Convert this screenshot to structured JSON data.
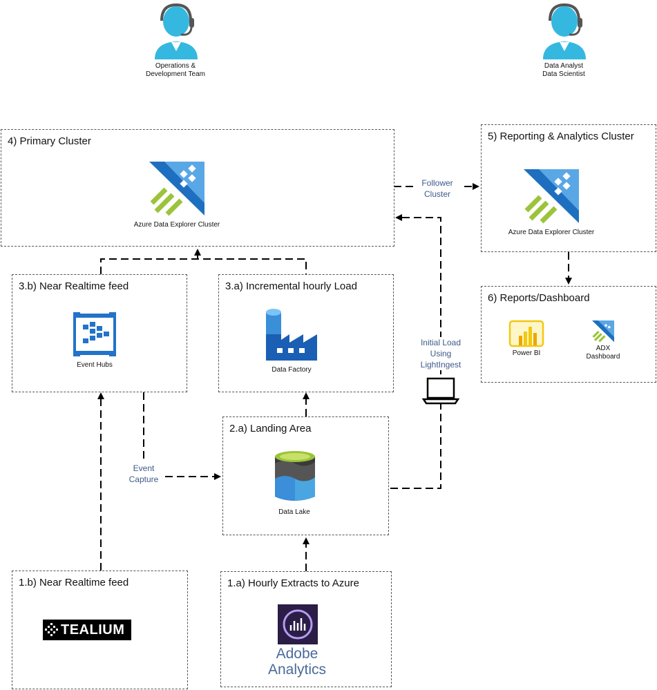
{
  "personas": {
    "ops": {
      "line1": "Operations &",
      "line2": "Development Team"
    },
    "analyst": {
      "line1": "Data Analyst",
      "line2": "Data Scientist"
    }
  },
  "boxes": {
    "primary": {
      "title": "4) Primary Cluster",
      "icon_label": "Azure Data Explorer Cluster"
    },
    "reporting": {
      "title": "5) Reporting & Analytics Cluster",
      "icon_label": "Azure Data Explorer Cluster"
    },
    "reports": {
      "title": "6) Reports/Dashboard",
      "powerbi_label": "Power BI",
      "adx_line1": "ADX",
      "adx_line2": "Dashboard"
    },
    "near_realtime_3b": {
      "title": "3.b) Near Realtime feed",
      "icon_label": "Event Hubs"
    },
    "incremental": {
      "title": "3.a) Incremental hourly Load",
      "icon_label": "Data Factory"
    },
    "landing": {
      "title": "2.a) Landing Area",
      "icon_label": "Data Lake"
    },
    "near_realtime_1b": {
      "title": "1.b) Near Realtime feed",
      "logo_text": "TEALIUM"
    },
    "hourly": {
      "title": "1.a) Hourly Extracts to Azure",
      "logo_line1": "Adobe",
      "logo_line2": "Analytics"
    }
  },
  "connectors": {
    "follower": {
      "line1": "Follower",
      "line2": "Cluster"
    },
    "initial_load": {
      "line1": "Initial Load",
      "line2": "Using",
      "line3": "LightIngest"
    },
    "event_capture": {
      "line1": "Event",
      "line2": "Capture"
    }
  },
  "colors": {
    "adx_dark": "#1e6fbf",
    "adx_light": "#5aa7e6",
    "adx_green": "#9bc43a",
    "persona_cyan": "#35b8e0",
    "connector_text": "#3c5a8a",
    "powerbi_yellow": "#f2c811",
    "adobe_purple": "#2b1d46",
    "datalake_green": "#9bc43a"
  }
}
